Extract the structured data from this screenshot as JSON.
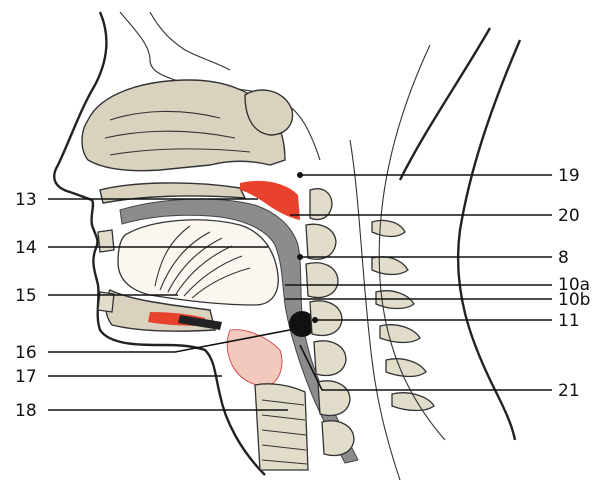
{
  "labels": {
    "l13": "13",
    "l14": "14",
    "l15": "15",
    "l16": "16",
    "l17": "17",
    "l18": "18",
    "l19": "19",
    "l20": "20",
    "l8": "8",
    "l10a": "10a",
    "l10b": "10b",
    "l11": "11",
    "l21": "21"
  },
  "colors": {
    "muscle_red": "#e8412c",
    "airway_gray": "#8c8c8c",
    "bone": "#d9d2bf"
  }
}
